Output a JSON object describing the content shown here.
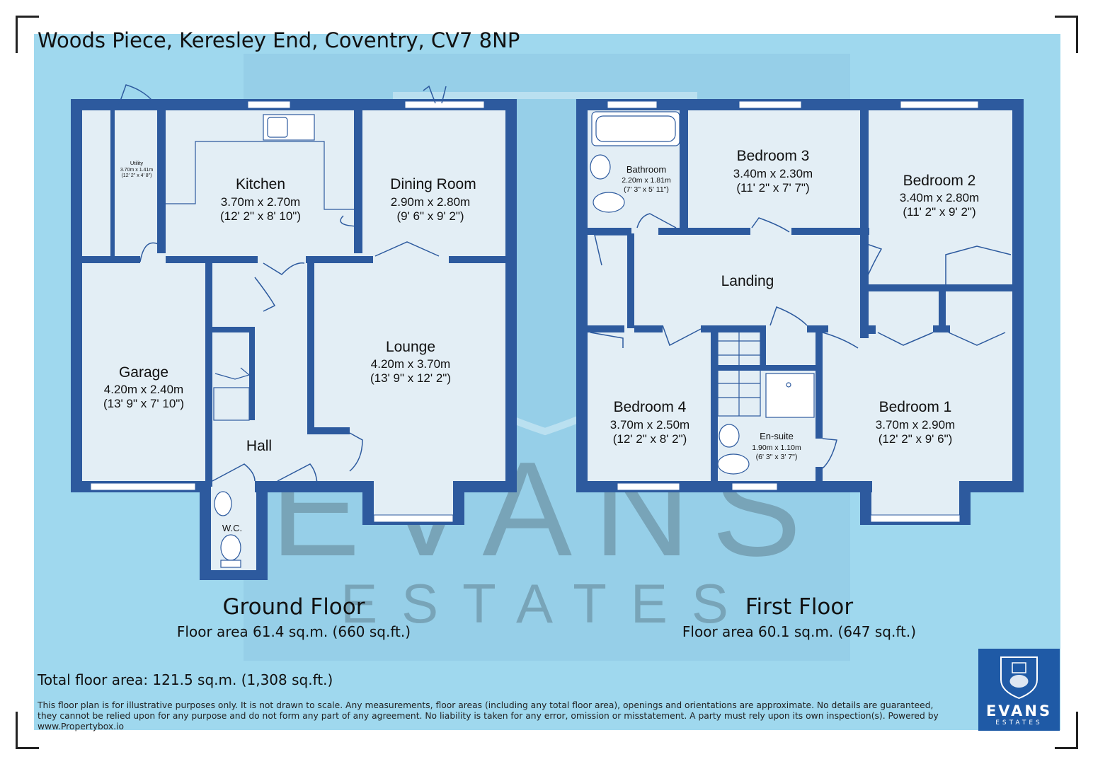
{
  "address": "Woods Piece, Keresley End, Coventry, CV7 8NP",
  "watermark": {
    "line1": "EVANS",
    "line2": "ESTATES"
  },
  "ground_floor": {
    "title": "Ground Floor",
    "area": "Floor area 61.4 sq.m. (660 sq.ft.)",
    "rooms": [
      {
        "name": "Kitchen",
        "metric": "3.70m x 2.70m",
        "imperial": "(12' 2\" x 8' 10\")"
      },
      {
        "name": "Dining Room",
        "metric": "2.90m x 2.80m",
        "imperial": "(9' 6\" x 9' 2\")"
      },
      {
        "name": "Utility",
        "metric": "3.70m x 1.41m",
        "imperial": "(12' 2\" x 4' 8\")"
      },
      {
        "name": "Garage",
        "metric": "4.20m x 2.40m",
        "imperial": "(13' 9\" x 7' 10\")"
      },
      {
        "name": "Lounge",
        "metric": "4.20m x 3.70m",
        "imperial": "(13' 9\" x 12' 2\")"
      },
      {
        "name": "Hall"
      },
      {
        "name": "W.C."
      }
    ]
  },
  "first_floor": {
    "title": "First Floor",
    "area": "Floor area 60.1 sq.m. (647 sq.ft.)",
    "rooms": [
      {
        "name": "Bathroom",
        "metric": "2.20m x 1.81m",
        "imperial": "(7' 3\" x 5' 11\")"
      },
      {
        "name": "Bedroom 3",
        "metric": "3.40m x 2.30m",
        "imperial": "(11' 2\" x 7' 7\")"
      },
      {
        "name": "Bedroom 2",
        "metric": "3.40m x 2.80m",
        "imperial": "(11' 2\" x 9' 2\")"
      },
      {
        "name": "Landing"
      },
      {
        "name": "Bedroom 4",
        "metric": "3.70m x 2.50m",
        "imperial": "(12' 2\" x 8' 2\")"
      },
      {
        "name": "En-suite",
        "metric": "1.90m x 1.10m",
        "imperial": "(6' 3\" x 3' 7\")"
      },
      {
        "name": "Bedroom 1",
        "metric": "3.70m x 2.90m",
        "imperial": "(12' 2\" x 9' 6\")"
      }
    ]
  },
  "total_area": "Total floor area: 121.5 sq.m. (1,308 sq.ft.)",
  "disclaimer": "This floor plan is for illustrative purposes only. It is not drawn to scale. Any measurements, floor areas (including any total floor area), openings and orientations are approximate. No details are guaranteed, they cannot be relied upon for any purpose and do not form any part of any agreement. No liability is taken for any error, omission or misstatement. A party must rely upon its own inspection(s). Powered by www.Propertybox.io",
  "logo": {
    "brand": "EVANS",
    "sub": "ESTATES"
  },
  "colors": {
    "background": "#9fd8ee",
    "floor": "#e3eef5",
    "wall": "#2d5a9e",
    "logo": "#1f5aa6"
  }
}
